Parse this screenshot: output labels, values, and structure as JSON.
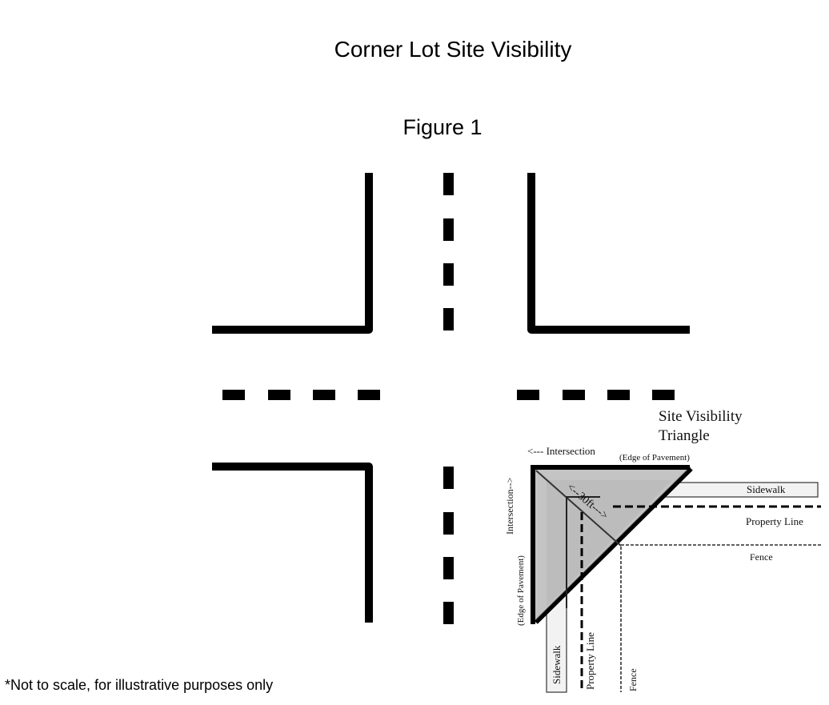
{
  "title": "Corner Lot Site Visibility",
  "figure_label": "Figure 1",
  "footnote": "*Not to scale, for illustrative purposes only",
  "labels": {
    "triangle_line1": "Site Visibility",
    "triangle_line2": "Triangle",
    "intersection_top": "<--- Intersection",
    "edge_pavement_top": "(Edge of Pavement)",
    "intersection_left": "Intersection-->",
    "edge_pavement_left": "(Edge of Pavement)",
    "distance": "<--30ft--->",
    "sidewalk_horizontal": "Sidewalk",
    "property_line_horizontal": "Property Line",
    "fence_horizontal": "Fence",
    "sidewalk_vertical": "Sidewalk",
    "property_line_vertical": "Property Line",
    "fence_vertical": "Fence"
  },
  "colors": {
    "line": "#000000",
    "triangle_fill": "#c4c4c4",
    "sidewalk_fill": "#f2f2f2"
  }
}
